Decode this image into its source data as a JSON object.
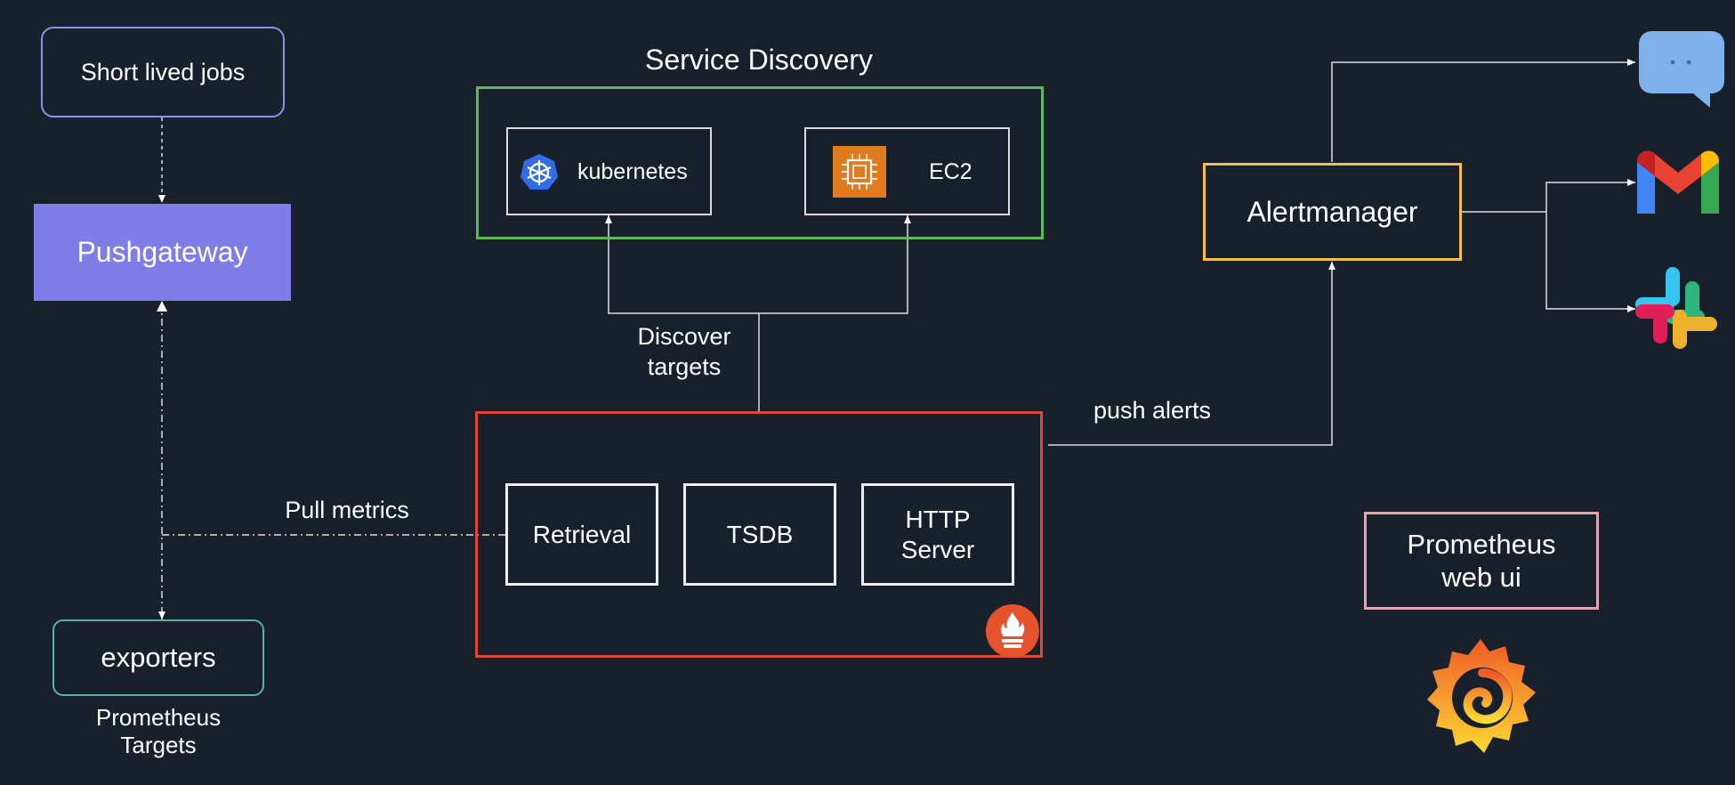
{
  "title": "Service Discovery",
  "nodes": {
    "short_lived_jobs": "Short lived jobs",
    "pushgateway": "Pushgateway",
    "exporters": "exporters",
    "kubernetes": "kubernetes",
    "ec2": "EC2",
    "retrieval": "Retrieval",
    "tsdb": "TSDB",
    "http_server": "HTTP\nServer",
    "alertmanager": "Alertmanager",
    "prometheus_web_ui": "Prometheus\nweb ui"
  },
  "labels": {
    "prometheus_targets": "Prometheus\nTargets",
    "discover_targets": "Discover\ntargets",
    "pull_metrics": "Pull metrics",
    "push_alerts": "push alerts"
  },
  "icons": {
    "chat": "chat-icon",
    "gmail": "gmail-icon",
    "slack": "slack-icon",
    "grafana": "grafana-icon",
    "prometheus": "prometheus-icon",
    "kubernetes": "kubernetes-icon",
    "ec2": "ec2-chip-icon"
  },
  "colors": {
    "background": "#18212b",
    "short_lived_jobs_border": "#8f8ff0",
    "pushgateway_fill": "#7f7ee8",
    "exporters_border": "#59b3a5",
    "service_discovery_border": "#5cb85c",
    "prometheus_server_border": "#e0453a",
    "alertmanager_border": "#f2c14e",
    "web_ui_border": "#e8a3b0"
  }
}
